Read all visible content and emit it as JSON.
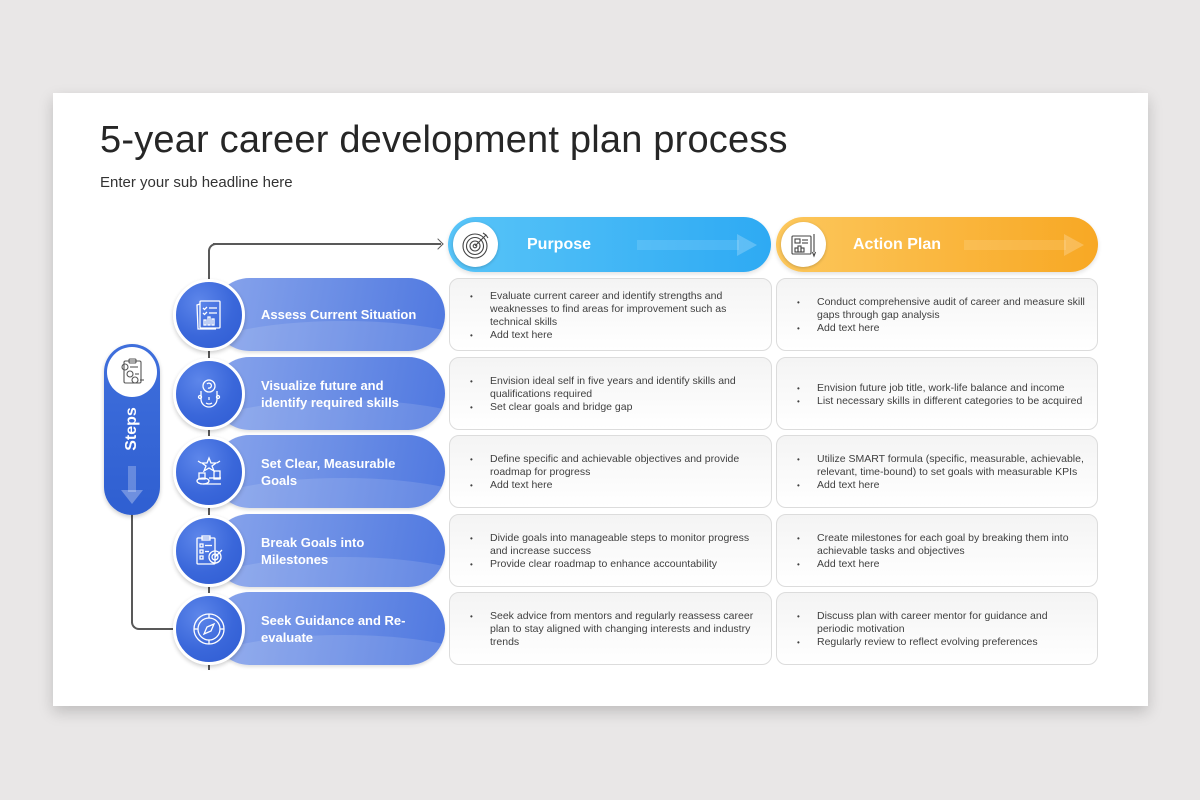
{
  "slide": {
    "title": "5-year career development plan process",
    "subtitle": "Enter your sub headline here"
  },
  "steps_label": "Steps",
  "colors": {
    "step_blue": "#3a67da",
    "purpose_blue": "#2eaaf3",
    "action_orange": "#f8a824",
    "background": "#e9e7e7"
  },
  "headers": {
    "purpose": {
      "label": "Purpose",
      "icon": "target-icon"
    },
    "action": {
      "label": "Action Plan",
      "icon": "blueprint-icon"
    }
  },
  "steps": [
    {
      "label": "Assess Current Situation",
      "icon": "report-checklist-icon",
      "purpose": [
        "Evaluate current career and identify strengths and weaknesses to find areas for improvement such as technical skills",
        "Add text here"
      ],
      "action": [
        "Conduct comprehensive audit of career and measure skill gaps through gap analysis",
        "Add text here"
      ]
    },
    {
      "label": "Visualize future and identify required skills",
      "icon": "head-thinking-icon",
      "purpose": [
        "Envision ideal self in five years and identify skills and qualifications required",
        "Set clear goals and bridge gap"
      ],
      "action": [
        "Envision future job title, work-life balance and income",
        "List necessary skills in different categories to be acquired"
      ]
    },
    {
      "label": "Set Clear, Measurable Goals",
      "icon": "measuring-goals-icon",
      "purpose": [
        "Define specific and achievable objectives and provide roadmap for progress",
        "Add text here"
      ],
      "action": [
        "Utilize SMART formula (specific, measurable, achievable, relevant, time-bound) to set goals with measurable KPIs",
        "Add text here"
      ]
    },
    {
      "label": "Break Goals into Milestones",
      "icon": "checklist-target-icon",
      "purpose": [
        "Divide goals into manageable steps to monitor progress and increase success",
        "Provide clear roadmap to enhance accountability"
      ],
      "action": [
        "Create milestones for each goal by breaking them into achievable tasks and objectives",
        "Add text here"
      ]
    },
    {
      "label": "Seek Guidance and Re-evaluate",
      "icon": "compass-icon",
      "purpose": [
        "Seek advice from mentors and regularly reassess career plan to stay aligned with changing interests and industry trends"
      ],
      "action": [
        "Discuss plan with career mentor for guidance and periodic motivation",
        "Regularly review to reflect evolving preferences"
      ]
    }
  ]
}
